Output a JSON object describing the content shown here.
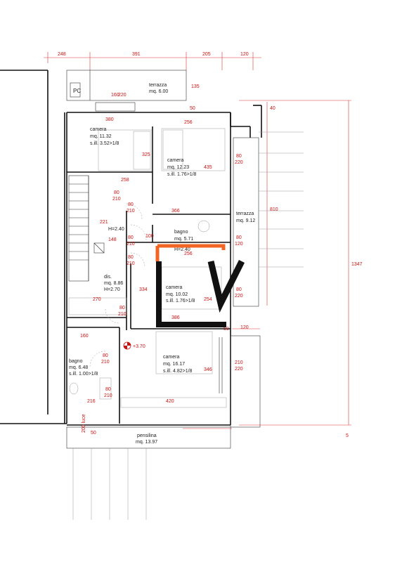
{
  "top_dims": [
    "248",
    "391",
    "205",
    "120"
  ],
  "rooms": {
    "terrazza_top": {
      "name": "terrazza",
      "area": "mq. 6.00"
    },
    "camera1": {
      "name": "camera",
      "area": "mq. 11.32",
      "sill": "s.ill. 3.52>1/8"
    },
    "camera2": {
      "name": "camera",
      "area": "mq. 12.23",
      "sill": "s.ill. 1.76>1/8"
    },
    "terrazza_right": {
      "name": "terrazza",
      "area": "mq. 9.12"
    },
    "bagno1": {
      "name": "bagno",
      "area": "mq. 5.71",
      "h": "H=2.40"
    },
    "camera3": {
      "name": "camera",
      "area": "mq. 10.02",
      "sill": "s.ill. 1.76>1/8"
    },
    "dis": {
      "name": "dis.",
      "area": "mq. 8.86",
      "h": "H=2.70"
    },
    "bagno2": {
      "name": "bagno",
      "area": "mq. 6.48",
      "sill": "s.ill. 1.00>1/8"
    },
    "camera4": {
      "name": "camera",
      "area": "mq. 16.17",
      "sill": "s.ill. 4.82>1/8"
    },
    "pensilina": {
      "name": "pensilina",
      "area": "mq. 13.97"
    }
  },
  "labels": {
    "pc": "PC",
    "h240_left": "H=2.40",
    "elev": "+3.70",
    "luce": "200 luce"
  },
  "dims": {
    "d160a": "160",
    "d220a": "220",
    "d135": "135",
    "d50a": "50",
    "d256a": "256",
    "d380": "380",
    "d40": "40",
    "d325": "325",
    "d435": "435",
    "d80a": "80",
    "d220b": "220",
    "d258": "258",
    "d80b": "80",
    "d210a": "210",
    "d80c": "80",
    "d210b": "210",
    "d366": "366",
    "d221": "221",
    "d810": "810",
    "d1347": "1347",
    "d100": "100",
    "d80d": "80",
    "d120a": "120",
    "d148": "148",
    "d80e": "80",
    "d210c": "210",
    "d256b": "256",
    "d80f": "80",
    "d210d": "210",
    "d334": "334",
    "d254": "254",
    "d80g": "80",
    "d220c": "220",
    "d270": "270",
    "d80h": "80",
    "d210e": "210",
    "d386": "386",
    "d50b": "50",
    "d120b": "120",
    "d160b": "160",
    "d80i": "80",
    "d210f": "210",
    "d346": "346",
    "d210g": "210",
    "d220d": "220",
    "d80j": "80",
    "d210h": "210",
    "d216": "216",
    "d420": "420",
    "d50c": "50",
    "d5": "5"
  },
  "logo": {
    "letters": "LV"
  }
}
